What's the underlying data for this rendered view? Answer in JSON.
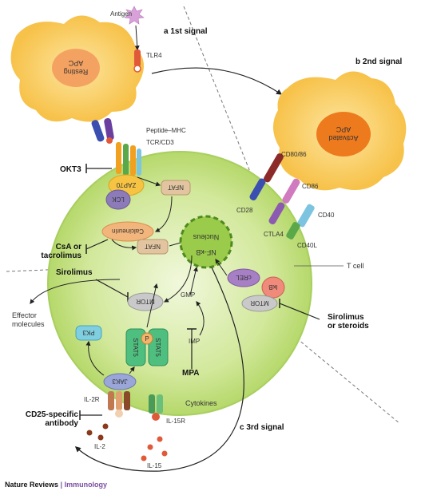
{
  "signals": {
    "first": "a 1st signal",
    "second": "b 2nd signal",
    "third": "c 3rd signal"
  },
  "cells": {
    "resting_apc": "Resting\nAPC",
    "activated_apc": "Activated\nAPC",
    "t_cell": "T cell",
    "nucleus": "Nucleus"
  },
  "labels": {
    "antigen": "Antigen",
    "tlr4": "TLR4",
    "peptide_mhc": "Peptide–MHC",
    "tcr_cd3": "TCR/CD3",
    "okt3": "OKT3",
    "zap70": "ZAP70",
    "lck": "LCK",
    "nfat_top": "NFAT",
    "calcineurin": "Calcineurin",
    "nfat_bottom": "NFAT",
    "csa_tacrolimus": "CsA or\ntacrolimus",
    "cd80_86": "CD80/86",
    "cd86": "CD86",
    "cd28": "CD28",
    "ctla4": "CTLA4",
    "cd40": "CD40",
    "cd40l": "CD40L",
    "nfkb": "NF-κB",
    "crel": "cREL",
    "ikb": "IκB",
    "mtor_right": "MTOR",
    "sirolimus_steroids": "Sirolimus\nor steroids",
    "sirolimus": "Sirolimus",
    "mtor_left": "MTOR",
    "effector_molecules": "Effector\nmolecules",
    "gmp": "GMP",
    "imp": "IMP",
    "mpa": "MPA",
    "pk3": "PK3",
    "stat5_a": "STAT5",
    "stat5_b": "STAT5",
    "p": "P",
    "jak3": "JAK3",
    "il2r": "IL-2R",
    "il15r": "IL-15R",
    "il2": "IL-2",
    "il15": "IL-15",
    "cytokines": "Cytokines",
    "cd25_antibody": "CD25-specific\nantibody"
  },
  "footer": {
    "journal": "Nature Reviews",
    "section": "Immunology"
  },
  "colors": {
    "apc_fill": "#f9c74f",
    "apc_nucleus": "#f4a261",
    "activated_nucleus": "#ee7a1e",
    "tcell_fill": "#c4e08a",
    "tcell_center": "#e7f3c6",
    "zap70": "#f6c343",
    "lck": "#8c7bb8",
    "nfat": "#e2c5a0",
    "calcineurin": "#f2b57c",
    "mtor": "#c9c9c9",
    "crel": "#a77fc4",
    "ikb": "#f08a7a",
    "stat5": "#4fbf7f",
    "pk3": "#7fcfe0",
    "jak3": "#9aa6d8",
    "footer_accent": "#7a4fa3"
  }
}
